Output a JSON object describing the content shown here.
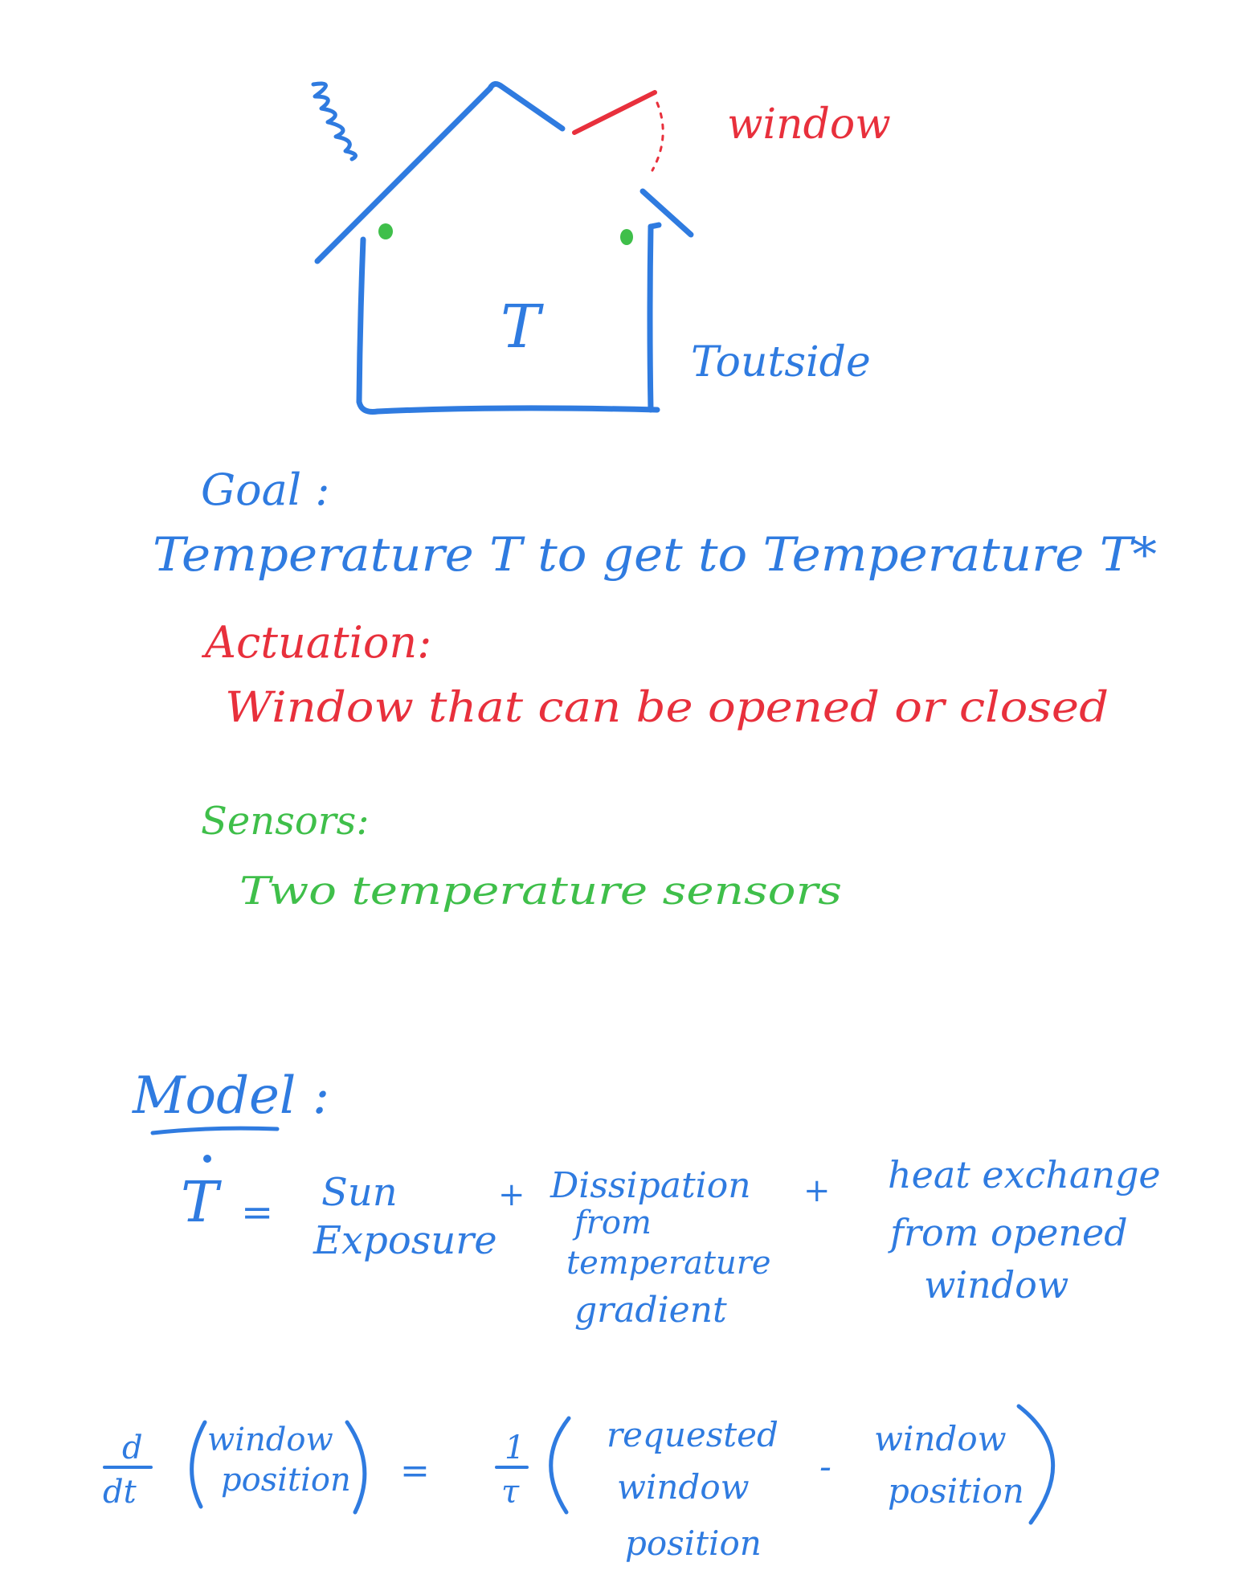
{
  "colors": {
    "blue": "#2f7be0",
    "red": "#e8303c",
    "green": "#3fbf4a"
  },
  "house": {
    "interior_label": "T",
    "outside_label": "Toutside",
    "window_label": "window"
  },
  "goal": {
    "heading": "Goal :",
    "text": "Temperature T to get to Temperature T*"
  },
  "actuation": {
    "heading": "Actuation:",
    "text": "Window that can be opened or closed"
  },
  "sensors": {
    "heading": "Sensors:",
    "text": "Two temperature sensors"
  },
  "model": {
    "heading": "Model :",
    "eq1": {
      "lhs": "T",
      "equals": "=",
      "term1_line1": "Sun",
      "term1_line2": "Exposure",
      "plus1": "+",
      "term2_line1": "Dissipation",
      "term2_line2": "from",
      "term2_line3": "temperature",
      "term2_line4": "gradient",
      "plus2": "+",
      "term3_line1": "heat exchange",
      "term3_line2": "from opened",
      "term3_line3": "window"
    },
    "eq2": {
      "d": "d",
      "dt": "dt",
      "lhs_line1": "window",
      "lhs_line2": "position",
      "equals": "=",
      "one": "1",
      "tau": "τ",
      "req_line1": "requested",
      "req_line2": "window",
      "req_line3": "position",
      "minus": "-",
      "pos_line1": "window",
      "pos_line2": "position"
    }
  }
}
